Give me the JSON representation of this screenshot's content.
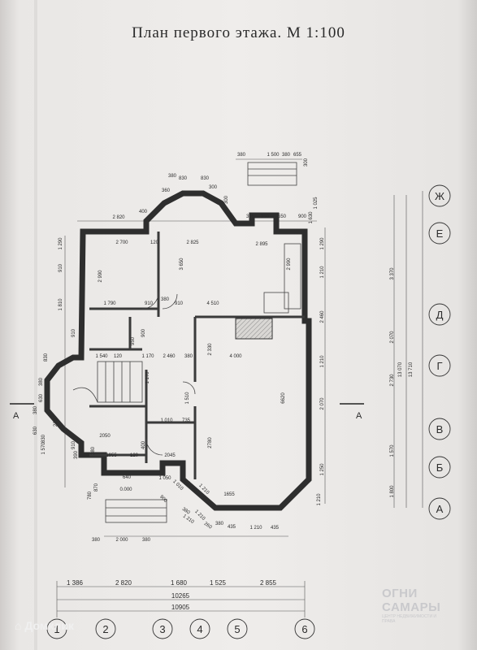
{
  "title": "План первого этажа. М 1:100",
  "top_dims": [
    "380",
    "1 500",
    "380",
    "655",
    "300",
    "830",
    "830",
    "380",
    "360",
    "300",
    "300",
    "2 820",
    "400",
    "395",
    "910",
    "550",
    "900",
    "1 630",
    "1 025"
  ],
  "room_dims": [
    "2 700",
    "120",
    "2 825",
    "2 895",
    "2 990",
    "2 990",
    "3 650",
    "1 790",
    "910",
    "380",
    "910",
    "4 510",
    "1 540",
    "120",
    "2 460",
    "380",
    "4 000",
    "950",
    "900",
    "1 170",
    "1 170",
    "1 510",
    "2 330",
    "6620",
    "1 010",
    "735",
    "2050",
    "2780",
    "1955",
    "120",
    "2045",
    "400",
    "640",
    "1 050",
    "0.000",
    "1655",
    "220"
  ],
  "left_dims": [
    "1 290",
    "910",
    "1 810",
    "910",
    "830",
    "380",
    "1 570",
    "630",
    "380",
    "630",
    "830",
    "870",
    "780",
    "910",
    "390",
    "380"
  ],
  "right_dims": [
    "1 290",
    "1 210",
    "2 460",
    "1 210",
    "2 070",
    "1 250",
    "1 210",
    "3 370",
    "1 570",
    "2 070",
    "2 730",
    "13 070",
    "13 710",
    "1 800"
  ],
  "bottom_plan_dims": [
    "380",
    "2 000",
    "380",
    "380",
    "435",
    "1 210",
    "435",
    "380",
    "1 210",
    "260",
    "650",
    "1 210",
    "900",
    "1 010",
    "1 290",
    "1 210"
  ],
  "axis_letters": [
    "Ж",
    "Е",
    "Д",
    "Г",
    "В",
    "Б",
    "А"
  ],
  "section_marks": [
    "А",
    "А"
  ],
  "bottom_dims_row1": [
    "1 386",
    "2 820",
    "1 680",
    "1 525",
    "2 855"
  ],
  "bottom_dims_row2": [
    "10265",
    "10905"
  ],
  "axis_numbers": [
    "1",
    "2",
    "3",
    "4",
    "5",
    "6"
  ],
  "watermark": {
    "name": "ОГНИ САМАРЫ",
    "sub": "ЦЕНТР НЕДВИЖИМОСТИ И ПРАВА"
  },
  "domclick": "Домклик"
}
